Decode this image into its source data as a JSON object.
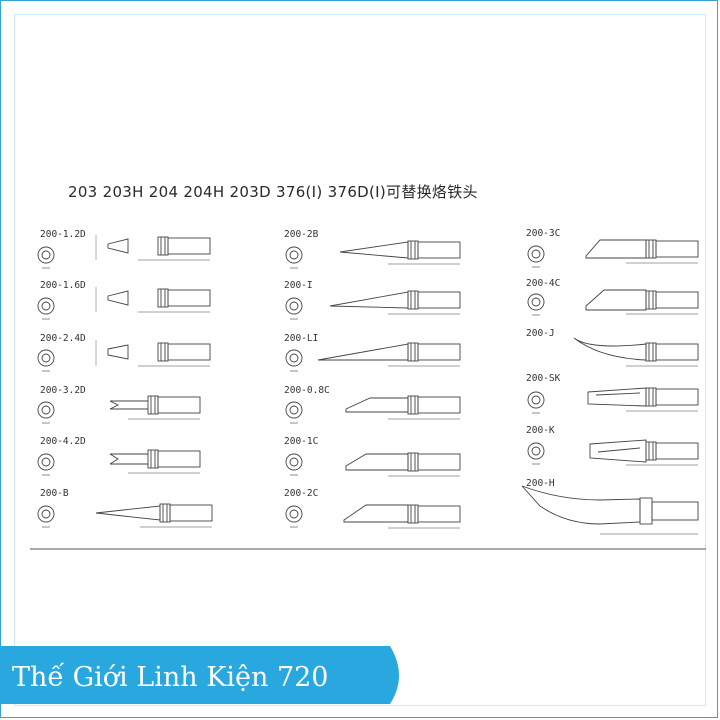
{
  "title": "203  203H  204  204H  203D  376(I)  376D(I)可替换烙铁头",
  "columns": [
    {
      "tips": [
        {
          "label": "200-1.2D"
        },
        {
          "label": "200-1.6D"
        },
        {
          "label": "200-2.4D"
        },
        {
          "label": "200-3.2D"
        },
        {
          "label": "200-4.2D"
        },
        {
          "label": "200-B"
        }
      ]
    },
    {
      "tips": [
        {
          "label": "200-2B"
        },
        {
          "label": "200-I"
        },
        {
          "label": "200-LI"
        },
        {
          "label": "200-0.8C"
        },
        {
          "label": "200-1C"
        },
        {
          "label": "200-2C"
        }
      ]
    },
    {
      "tips": [
        {
          "label": "200-3C"
        },
        {
          "label": "200-4C"
        },
        {
          "label": "200-J"
        },
        {
          "label": "200-SK"
        },
        {
          "label": "200-K"
        },
        {
          "label": "200-H"
        }
      ]
    }
  ],
  "brand": {
    "text": "Thế Giới Linh Kiện 720",
    "banner_color": "#29a8e0"
  }
}
